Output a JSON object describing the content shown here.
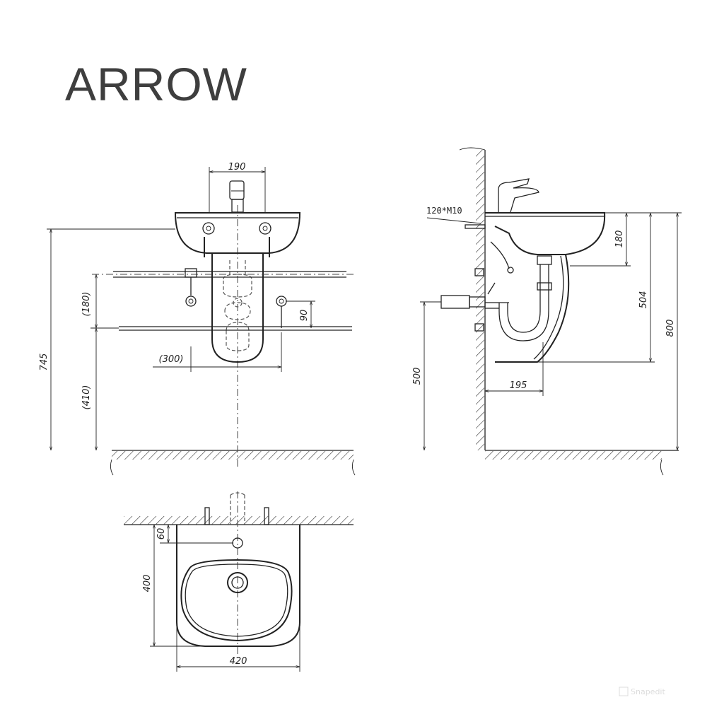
{
  "brand": "ARROW",
  "front_view": {
    "dims": {
      "tap_spacing": "190",
      "height_to_rim": "745",
      "upper_pipe": "(180)",
      "lower_pipe": "(410)",
      "drain_offset": "90",
      "pipe_span": "(300)"
    }
  },
  "side_view": {
    "labels": {
      "bolt": "120*M10",
      "basin_depth": "180",
      "pedestal_height": "504",
      "rim_height": "800",
      "supply_height": "500",
      "trap_projection": "195"
    }
  },
  "top_view": {
    "dims": {
      "tap_hole_offset": "60",
      "depth": "400",
      "width": "420"
    }
  },
  "watermark": "Snapedit"
}
